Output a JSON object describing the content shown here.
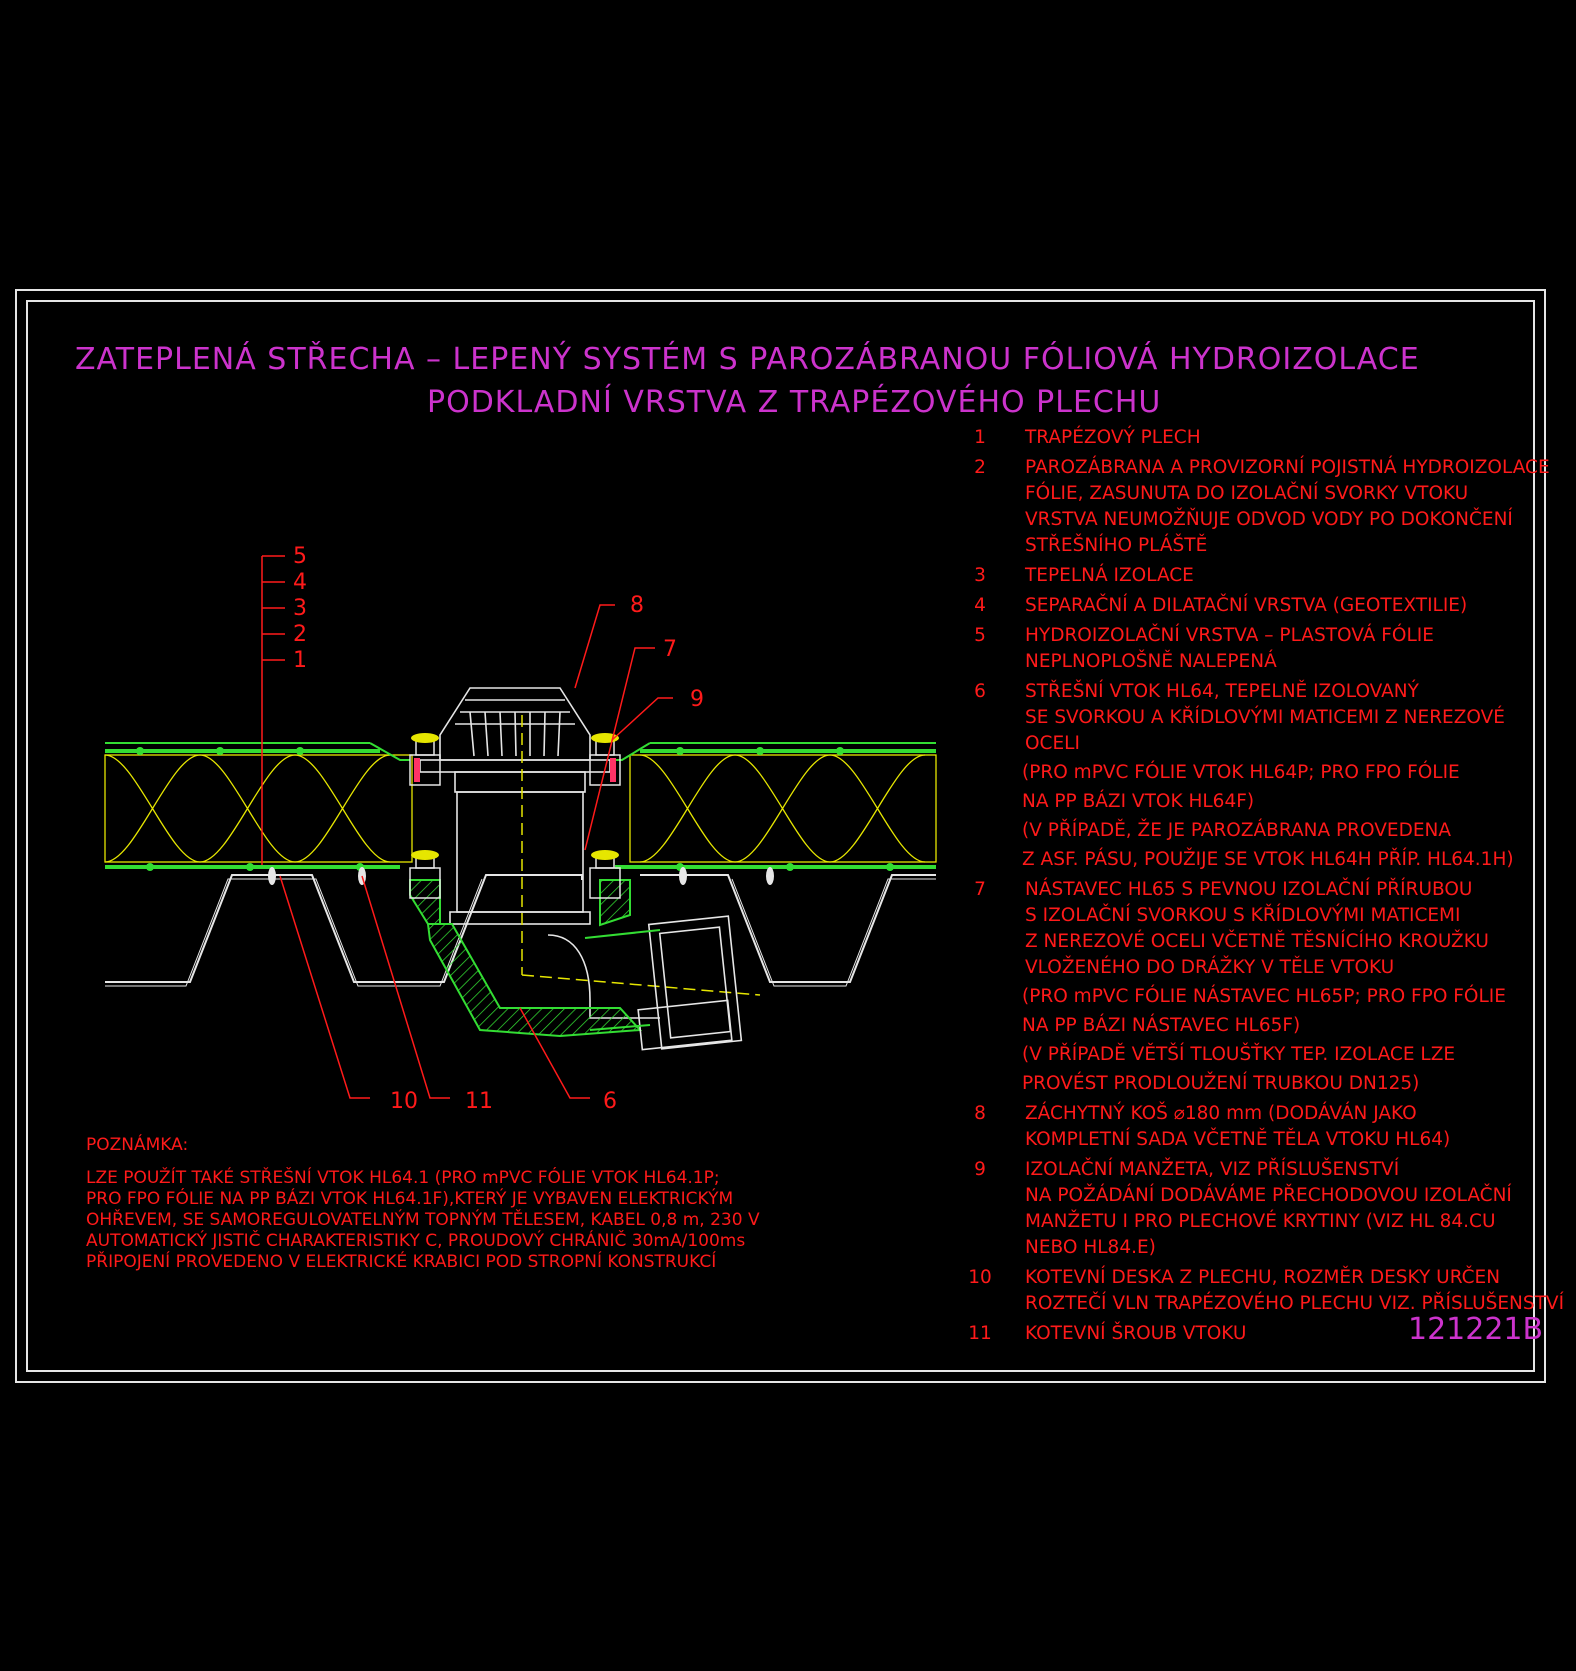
{
  "title": {
    "line1": "ZATEPLENÁ STŘECHA – LEPENÝ SYSTÉM S PAROZÁBRANOU FÓLIOVÁ HYDROIZOLACE",
    "line2": "PODKLADNÍ VRSTVA Z TRAPÉZOVÉHO PLECHU"
  },
  "drawing_code": "121221B",
  "diagram_labels": {
    "l1": "1",
    "l2": "2",
    "l3": "3",
    "l4": "4",
    "l5": "5",
    "l6": "6",
    "l7": "7",
    "l8": "8",
    "l9": "9",
    "l10": "10",
    "l11": "11"
  },
  "legend": [
    {
      "num": "1",
      "lines": [
        "TRAPÉZOVÝ PLECH"
      ]
    },
    {
      "num": "2",
      "lines": [
        "PAROZÁBRANA A PROVIZORNÍ POJISTNÁ HYDROIZOLACE",
        "FÓLIE, ZASUNUTA DO IZOLAČNÍ SVORKY VTOKU",
        "VRSTVA NEUMOŽŇUJE ODVOD VODY PO DOKONČENÍ",
        "STŘEŠNÍHO PLÁŠTĚ"
      ]
    },
    {
      "num": "3",
      "lines": [
        "TEPELNÁ IZOLACE"
      ]
    },
    {
      "num": "4",
      "lines": [
        "SEPARAČNÍ A DILATAČNÍ VRSTVA (GEOTEXTILIE)"
      ]
    },
    {
      "num": "5",
      "lines": [
        "HYDROIZOLAČNÍ VRSTVA – PLASTOVÁ FÓLIE",
        "NEPLNOPLOŠNĚ NALEPENÁ"
      ]
    },
    {
      "num": "6",
      "lines": [
        "STŘEŠNÍ VTOK HL64, TEPELNĚ IZOLOVANÝ",
        "SE SVORKOU A KŘÍDLOVÝMI MATICEMI Z NEREZOVÉ",
        "OCELI"
      ],
      "notes": [
        "(PRO mPVC FÓLIE VTOK HL64P; PRO FPO FÓLIE",
        "NA PP BÁZI VTOK HL64F)",
        "(V PŘÍPADĚ, ŽE JE PAROZÁBRANA PROVEDENA",
        "Z ASF. PÁSU, POUŽIJE SE VTOK HL64H PŘÍP. HL64.1H)"
      ]
    },
    {
      "num": "7",
      "lines": [
        "NÁSTAVEC HL65 S PEVNOU IZOLAČNÍ PŘÍRUBOU",
        "S IZOLAČNÍ SVORKOU S KŘÍDLOVÝMI MATICEMI",
        "Z NEREZOVÉ OCELI VČETNĚ TĚSNÍCÍHO KROUŽKU",
        "VLOŽENÉHO DO DRÁŽKY V TĚLE VTOKU"
      ],
      "notes": [
        "(PRO mPVC FÓLIE NÁSTAVEC HL65P; PRO FPO FÓLIE",
        "NA PP BÁZI NÁSTAVEC HL65F)",
        "(V PŘÍPADĚ VĚTŠÍ TLOUŠŤKY TEP. IZOLACE LZE",
        "PROVÉST PRODLOUŽENÍ TRUBKOU DN125)"
      ]
    },
    {
      "num": "8",
      "lines": [
        "ZÁCHYTNÝ KOŠ ⌀180 mm (DODÁVÁN JAKO",
        "KOMPLETNÍ SADA VČETNĚ TĚLA VTOKU HL64)"
      ]
    },
    {
      "num": "9",
      "lines": [
        "IZOLAČNÍ MANŽETA, VIZ PŘÍSLUŠENSTVÍ",
        "NA POŽÁDÁNÍ DODÁVÁME PŘECHODOVOU IZOLAČNÍ",
        "MANŽETU I PRO PLECHOVÉ KRYTINY (VIZ HL 84.CU",
        "NEBO HL84.E)"
      ]
    },
    {
      "num": "10",
      "lines": [
        "KOTEVNÍ DESKA Z PLECHU, ROZMĚR DESKY URČEN",
        "ROZTEČÍ VLN TRAPÉZOVÉHO PLECHU VIZ. PŘÍSLUŠENSTVÍ"
      ]
    },
    {
      "num": "11",
      "lines": [
        "KOTEVNÍ ŠROUB VTOKU"
      ]
    }
  ],
  "note": {
    "heading": "POZNÁMKA:",
    "lines": [
      "LZE POUŽÍT TAKÉ STŘEŠNÍ VTOK HL64.1 (PRO mPVC FÓLIE VTOK HL64.1P;",
      "PRO FPO FÓLIE NA PP BÁZI VTOK HL64.1F),KTERÝ JE VYBAVEN ELEKTRICKÝM",
      "OHŘEVEM, SE SAMOREGULOVATELNÝM TOPNÝM TĚLESEM, KABEL 0,8 m, 230 V",
      "AUTOMATICKÝ JISTIČ CHARAKTERISTIKY C, PROUDOVÝ CHRÁNIČ 30mA/100ms",
      "PŘIPOJENÍ PROVEDENO V ELEKTRICKÉ KRABICI POD STROPNÍ KONSTRUKCÍ"
    ]
  },
  "colors": {
    "background": "#000000",
    "frame": "#e6e6e6",
    "title": "#cc33cc",
    "text": "#ff1a1a",
    "membrane": "#33dd33",
    "insulation": "#e6e600",
    "drain": "#e6e6e6"
  }
}
